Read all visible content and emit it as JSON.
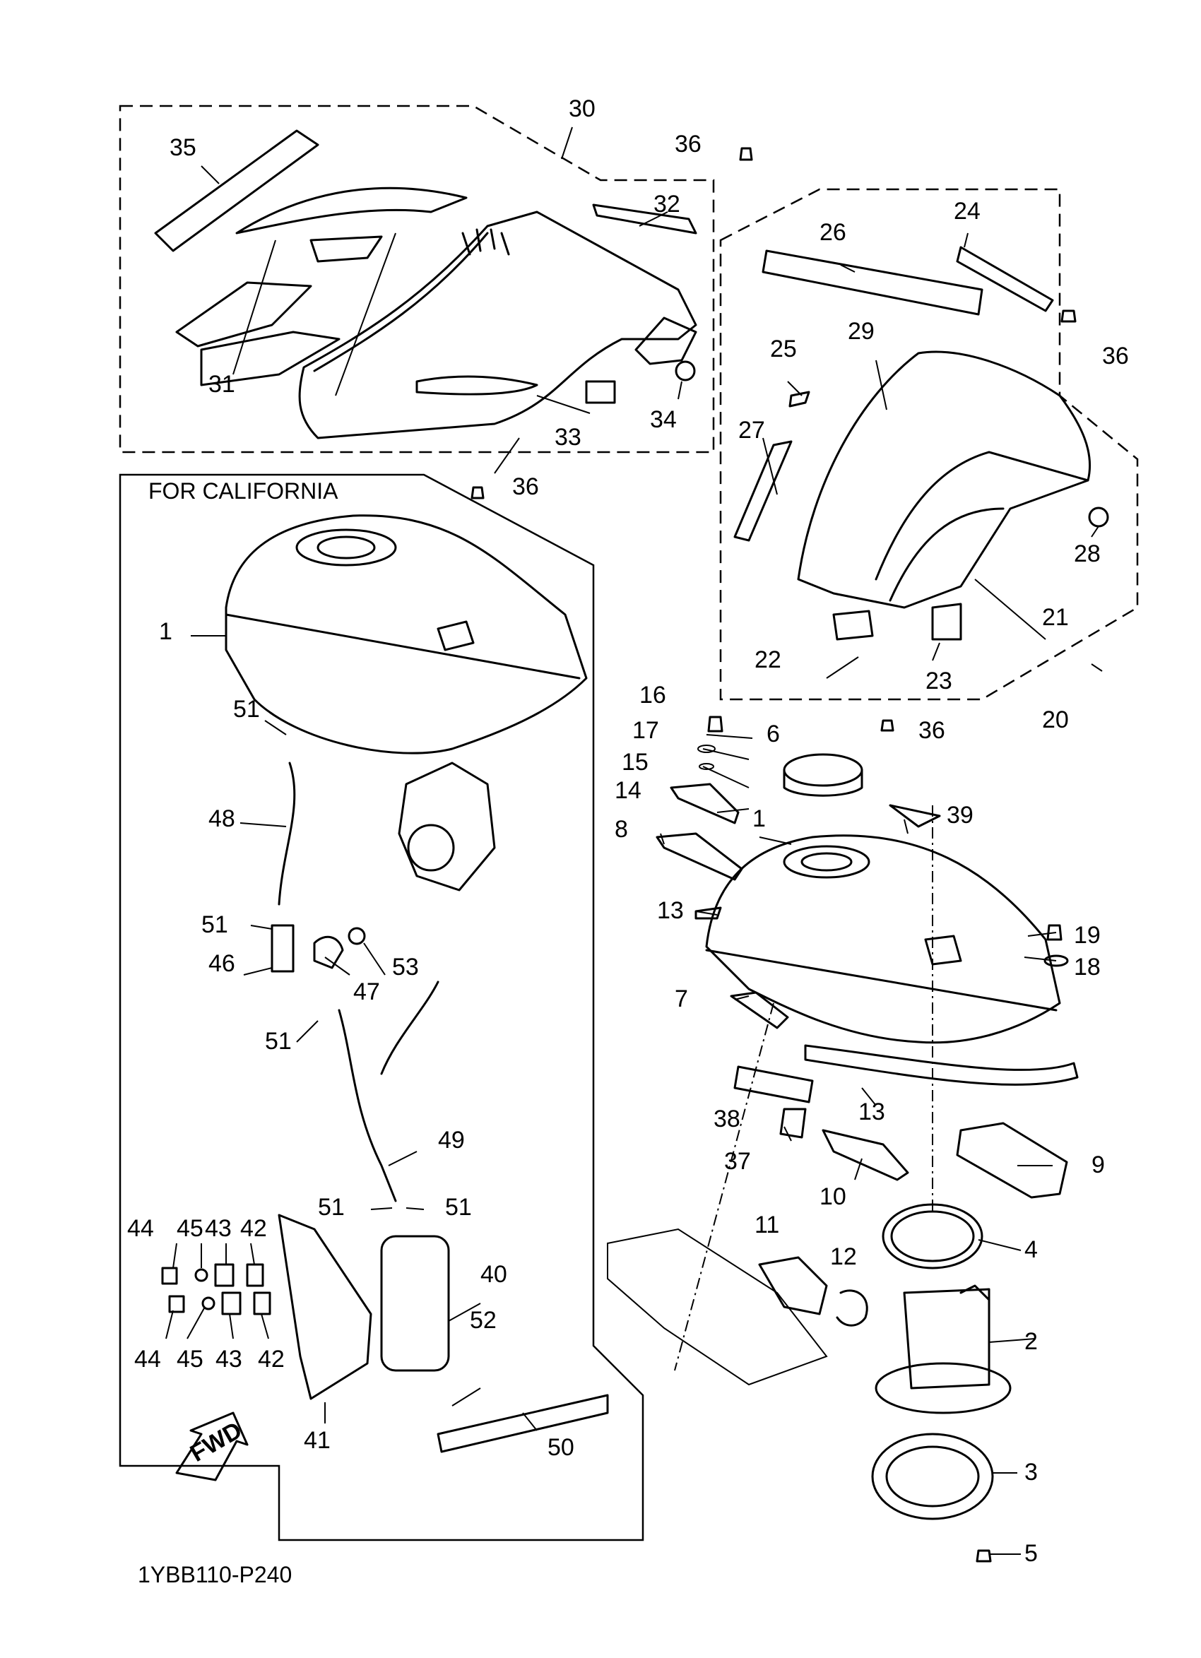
{
  "diagram": {
    "section_label": "FOR CALIFORNIA",
    "diagram_code": "1YBB110-P240",
    "fwd_label": "FWD",
    "labels": [
      "1",
      "1",
      "2",
      "3",
      "4",
      "5",
      "6",
      "7",
      "8",
      "9",
      "10",
      "11",
      "12",
      "13",
      "13",
      "14",
      "15",
      "16",
      "17",
      "18",
      "19",
      "20",
      "21",
      "22",
      "23",
      "24",
      "25",
      "26",
      "27",
      "28",
      "29",
      "30",
      "31",
      "32",
      "33",
      "34",
      "35",
      "36",
      "36",
      "36",
      "36",
      "37",
      "38",
      "39",
      "40",
      "41",
      "42",
      "42",
      "43",
      "43",
      "44",
      "44",
      "45",
      "45",
      "46",
      "47",
      "48",
      "49",
      "50",
      "51",
      "51",
      "51",
      "51",
      "51",
      "52",
      "53"
    ]
  }
}
